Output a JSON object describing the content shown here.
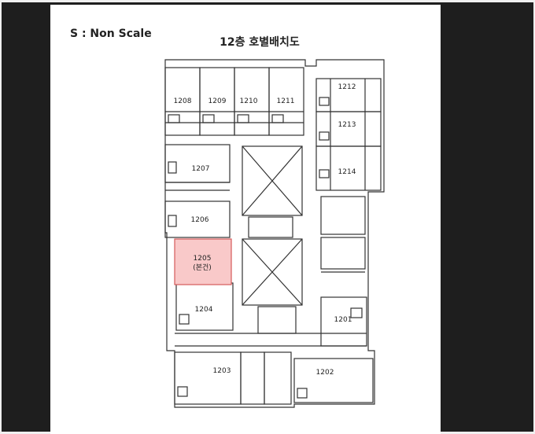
{
  "document": {
    "scale_note": "S : Non Scale",
    "floor_title": "12층 호별배치도"
  },
  "units": {
    "u1201": "1201",
    "u1202": "1202",
    "u1203": "1203",
    "u1204": "1204",
    "u1205": "1205",
    "u1205_note": "(본건)",
    "u1206": "1206",
    "u1207": "1207",
    "u1208": "1208",
    "u1209": "1209",
    "u1210": "1210",
    "u1211": "1211",
    "u1212": "1212",
    "u1213": "1213",
    "u1214": "1214"
  },
  "colors": {
    "highlight_fill": "#f9c9c9",
    "highlight_stroke": "#d45a5a",
    "wall": "#333333"
  }
}
